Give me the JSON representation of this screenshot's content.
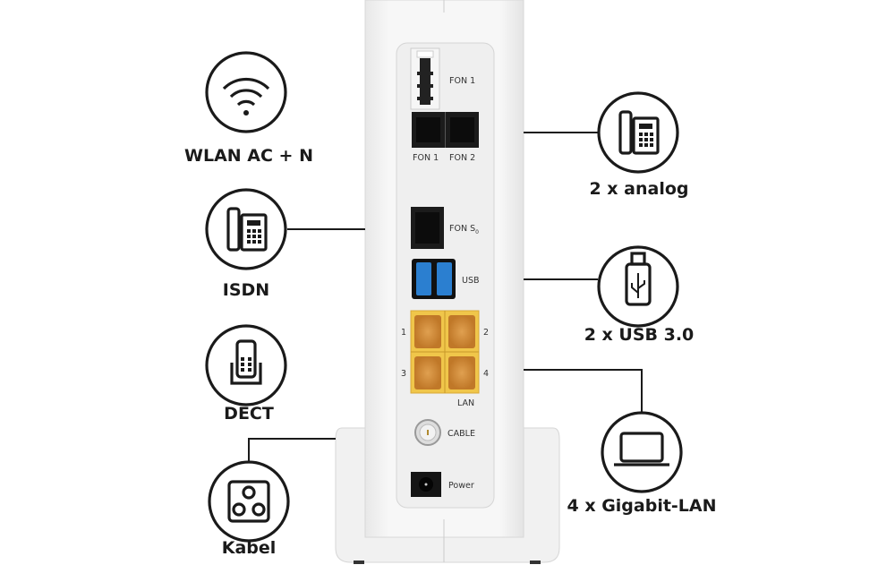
{
  "features": {
    "wlan": {
      "label": "WLAN AC + N",
      "icon": "wifi-icon"
    },
    "isdn": {
      "label": "ISDN",
      "icon": "desk-phone-icon"
    },
    "dect": {
      "label": "DECT",
      "icon": "cordless-phone-icon"
    },
    "kabel": {
      "label": "Kabel",
      "icon": "coax-socket-icon"
    },
    "analog": {
      "label": "2 x analog",
      "icon": "desk-phone-icon"
    },
    "usb": {
      "label": "2 x USB 3.0",
      "icon": "usb-stick-icon"
    },
    "lan": {
      "label": "4 x Gigabit-LAN",
      "icon": "laptop-icon"
    }
  },
  "ports": {
    "fon1_tae": "FON 1",
    "fon1_rj": "FON 1",
    "fon2_rj": "FON 2",
    "fon_s0": "FON S",
    "fon_s0_sub": "0",
    "usb": "USB",
    "lan_1": "1",
    "lan_2": "2",
    "lan_3": "3",
    "lan_4": "4",
    "lan": "LAN",
    "cable": "CABLE",
    "power": "Power"
  },
  "colors": {
    "lan_port": "#f0c64a",
    "usb_port": "#2b7fd0",
    "text": "#1a1a1a"
  }
}
